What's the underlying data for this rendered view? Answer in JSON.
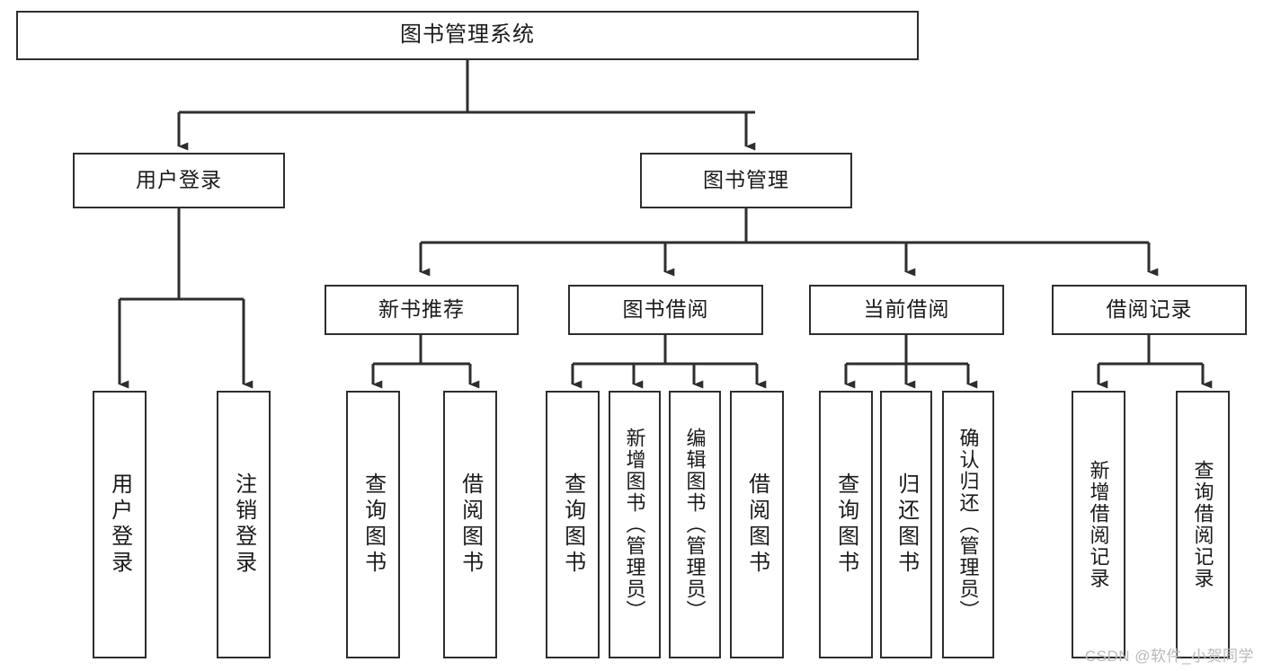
{
  "diagram": {
    "type": "tree-hierarchy-diagram",
    "title": "图书管理系统",
    "watermark": "CSDN @软件_小贺同学",
    "colors": {
      "box_border": "#2e2e2e",
      "box_fill": "#ffffff",
      "connector": "#2e2e2e",
      "background": "#ffffff",
      "watermark": "#b9b9b9"
    },
    "levels": [
      {
        "level": 1,
        "nodes": [
          {
            "id": "root",
            "label": "图书管理系统",
            "orientation": "horizontal"
          }
        ]
      },
      {
        "level": 2,
        "nodes": [
          {
            "id": "user-login",
            "label": "用户登录",
            "orientation": "horizontal",
            "parent": "root"
          },
          {
            "id": "book-manage",
            "label": "图书管理",
            "orientation": "horizontal",
            "parent": "root"
          }
        ]
      },
      {
        "level": 3,
        "nodes": [
          {
            "id": "new-book-rec",
            "label": "新书推荐",
            "orientation": "horizontal",
            "parent": "book-manage"
          },
          {
            "id": "book-borrow",
            "label": "图书借阅",
            "orientation": "horizontal",
            "parent": "book-manage"
          },
          {
            "id": "current-borrow",
            "label": "当前借阅",
            "orientation": "horizontal",
            "parent": "book-manage"
          },
          {
            "id": "borrow-record",
            "label": "借阅记录",
            "orientation": "horizontal",
            "parent": "book-manage"
          }
        ]
      },
      {
        "level": 4,
        "nodes": [
          {
            "id": "leaf-user-login",
            "label": "用户登录",
            "orientation": "vertical",
            "parent": "user-login"
          },
          {
            "id": "leaf-logout",
            "label": "注销登录",
            "orientation": "vertical",
            "parent": "user-login"
          },
          {
            "id": "leaf-query-book-1",
            "label": "查询图书",
            "orientation": "vertical",
            "parent": "new-book-rec"
          },
          {
            "id": "leaf-borrow-book-1",
            "label": "借阅图书",
            "orientation": "vertical",
            "parent": "new-book-rec"
          },
          {
            "id": "leaf-query-book-2",
            "label": "查询图书",
            "orientation": "vertical",
            "parent": "book-borrow"
          },
          {
            "id": "leaf-add-book",
            "label": "新增图书（管理员）",
            "orientation": "vertical",
            "parent": "book-borrow"
          },
          {
            "id": "leaf-edit-book",
            "label": "编辑图书（管理员）",
            "orientation": "vertical",
            "parent": "book-borrow"
          },
          {
            "id": "leaf-borrow-book-2",
            "label": "借阅图书",
            "orientation": "vertical",
            "parent": "book-borrow"
          },
          {
            "id": "leaf-query-book-3",
            "label": "查询图书",
            "orientation": "vertical",
            "parent": "current-borrow"
          },
          {
            "id": "leaf-return-book",
            "label": "归还图书",
            "orientation": "vertical",
            "parent": "current-borrow"
          },
          {
            "id": "leaf-confirm-return",
            "label": "确认归还（管理员）",
            "orientation": "vertical",
            "parent": "current-borrow"
          },
          {
            "id": "leaf-add-record",
            "label": "新增借阅记录",
            "orientation": "vertical",
            "parent": "borrow-record"
          },
          {
            "id": "leaf-query-record",
            "label": "查询借阅记录",
            "orientation": "vertical",
            "parent": "borrow-record"
          }
        ]
      }
    ]
  }
}
